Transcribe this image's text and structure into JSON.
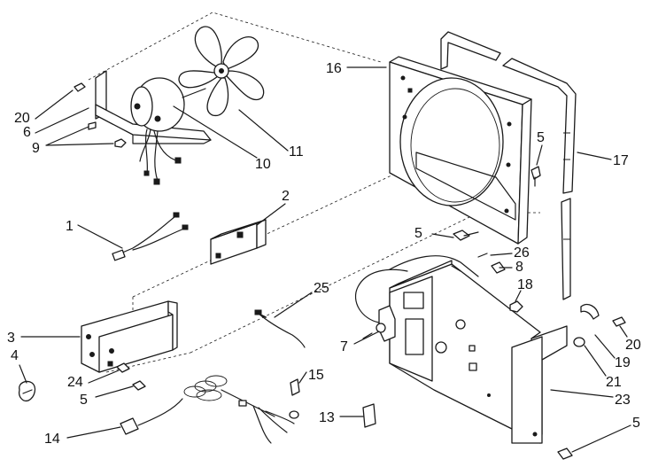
{
  "callouts": [
    {
      "id": "c20a",
      "label": "20"
    },
    {
      "id": "c6",
      "label": "6"
    },
    {
      "id": "c9",
      "label": "9"
    },
    {
      "id": "c10",
      "label": "10"
    },
    {
      "id": "c11",
      "label": "11"
    },
    {
      "id": "c16",
      "label": "16"
    },
    {
      "id": "c5a",
      "label": "5"
    },
    {
      "id": "c17",
      "label": "17"
    },
    {
      "id": "c1",
      "label": "1"
    },
    {
      "id": "c2",
      "label": "2"
    },
    {
      "id": "c5b",
      "label": "5"
    },
    {
      "id": "c26",
      "label": "26"
    },
    {
      "id": "c8",
      "label": "8"
    },
    {
      "id": "c18",
      "label": "18"
    },
    {
      "id": "c25",
      "label": "25"
    },
    {
      "id": "c3",
      "label": "3"
    },
    {
      "id": "c4",
      "label": "4"
    },
    {
      "id": "c7",
      "label": "7"
    },
    {
      "id": "c20b",
      "label": "20"
    },
    {
      "id": "c19",
      "label": "19"
    },
    {
      "id": "c21",
      "label": "21"
    },
    {
      "id": "c24",
      "label": "24"
    },
    {
      "id": "c5c",
      "label": "5"
    },
    {
      "id": "c15",
      "label": "15"
    },
    {
      "id": "c23",
      "label": "23"
    },
    {
      "id": "c13",
      "label": "13"
    },
    {
      "id": "c14",
      "label": "14"
    },
    {
      "id": "c5d",
      "label": "5"
    }
  ]
}
